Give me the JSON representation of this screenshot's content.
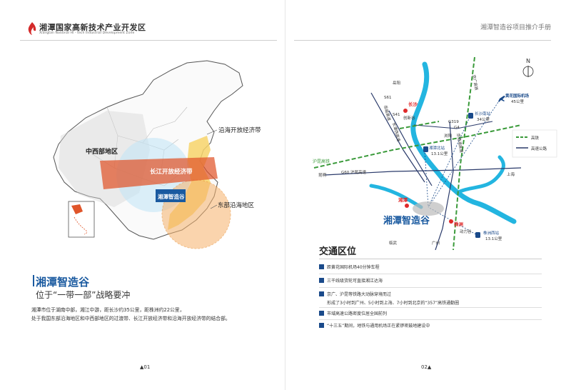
{
  "header": {
    "brand_cn": "湘潭国家高新技术产业开发区",
    "brand_en": "Xiangtan National Hi - tech Industrial Development Zone",
    "right_title": "湘潭智造谷项目推介手册"
  },
  "left": {
    "map_labels": {
      "central": "中西部地区",
      "coastal_belt": "沿海开放经济带",
      "yangtze_belt": "长江开放经济带",
      "xiangtan": "湘潭智造谷",
      "east_coast": "东部沿海地区"
    },
    "title": "湘潭智造谷",
    "subtitle": "位于“一带一部”战略要冲",
    "paragraph_1": "湘潭市位于湖南中部，湘江中游，距长沙约35公里，距株洲约22公里，",
    "paragraph_2": "处于我国东部沿海地区和中西部地区的过渡带、长江开放经济带和沿海开放经济带的结合部。",
    "page_number": "▲01"
  },
  "right": {
    "map_labels": {
      "north": "N",
      "yueyang": "岳阳",
      "jingguang": "京广高铁",
      "airport": "黄花国际机场",
      "airport_dist": "45公里",
      "s61": "S61",
      "s61_name": "岳临高速",
      "s41": "S41",
      "s41_name": "长潭西高速",
      "changsha": "长沙",
      "chuangxin": "创新谷",
      "changsha_south": "长沙南站",
      "changsha_south_dist": "34公里",
      "g4": "G4",
      "g4_name": "京港澳高速",
      "g319": "G319",
      "liuyang": "浏阳",
      "xiangtan_north": "湘潭北站",
      "xiangtan_north_dist": "13.1公里",
      "hukun": "沪昆高铁",
      "hukun_left": "昆明",
      "g60": "G60 沪昆高速",
      "shanghai": "上海",
      "xiangtan": "湘潭",
      "zhizaogu": "湘潭智造谷",
      "zhuzhou": "株洲",
      "dongligu": "动力谷",
      "zhuzhou_west": "株洲西站",
      "zhuzhou_west_dist": "13.1公里",
      "linwu": "临武",
      "guangzhou": "广州",
      "legend_rail": "高铁",
      "legend_highway": "高速公路"
    },
    "traffic_title": "交通区位",
    "traffic_items": [
      "距黄花国际机场40分钟车程",
      "三干线级货轮可直接湘江达海",
      "京广、沪昆等铁路大动脉穿境而过",
      "形成了3小时到广州、5小时到上海、7小时到北京的“357”高铁通勤圈",
      "市域高速公路密度位居全国前列",
      "“十三五”期间，地铁与通用机场正在紧锣密鼓地建设中"
    ],
    "page_number": "02▲"
  },
  "colors": {
    "brand_blue": "#1a5aa0",
    "rail_green": "#3a9a3a",
    "highway_navy": "#2a3a6a",
    "river_cyan": "#23b5e0"
  }
}
